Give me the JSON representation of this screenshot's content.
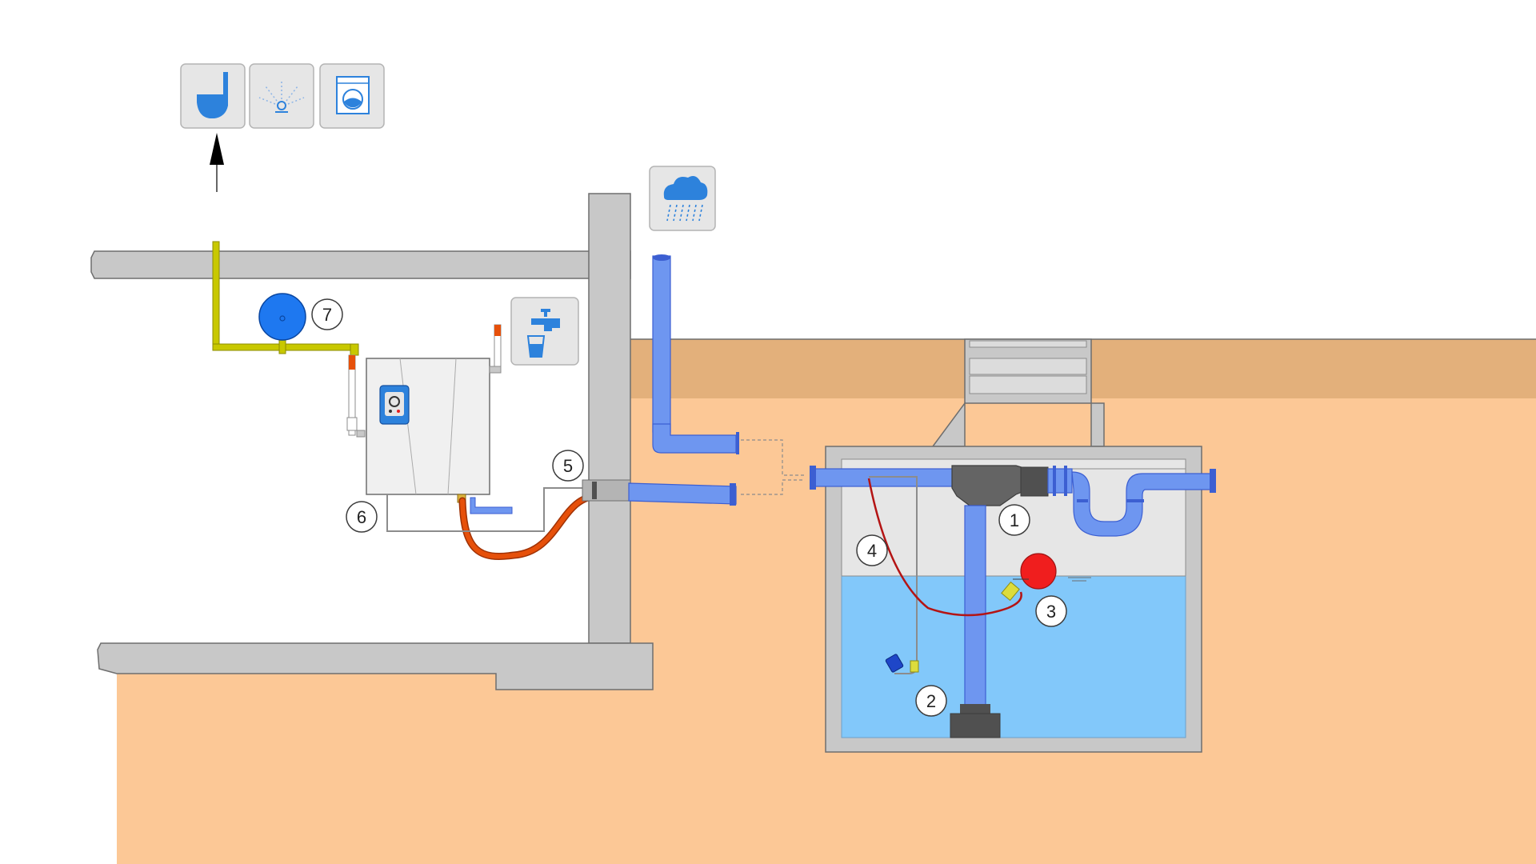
{
  "colors": {
    "soil_top": "#e3b07b",
    "soil": "#fcc896",
    "wall": "#c8c8c8",
    "wall_stroke": "#6e6e6e",
    "pipe_blue": "#6e96f0",
    "pipe_blue_dark": "#3c5fd2",
    "water": "#82c8fa",
    "tank_inner": "#e6e6e6",
    "yellow_pipe": "#c8c800",
    "hose_orange": "#e6500a",
    "cable_red": "#b41414",
    "float_red": "#f01e1e",
    "vessel_blue": "#1e78f0",
    "icon_tile": "#e6e6e6",
    "icon_blue": "#2d82dc"
  },
  "icons": {
    "top": [
      "toilet-icon",
      "garden-sprinkler-icon",
      "washing-machine-icon"
    ],
    "rain": "rain-cloud-icon",
    "tap": "water-tap-icon"
  },
  "callouts": {
    "c1": "1",
    "c2": "2",
    "c3": "3",
    "c4": "4",
    "c5": "5",
    "c6": "6",
    "c7": "7"
  }
}
